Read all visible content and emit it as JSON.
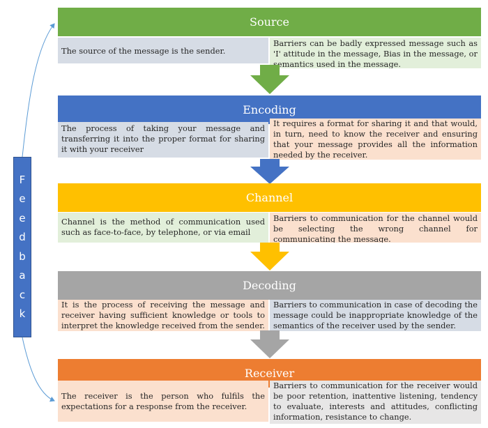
{
  "colors": {
    "source": "#70ad47",
    "encoding": "#4472c4",
    "channel": "#ffc000",
    "decoding": "#a5a5a5",
    "receiver": "#ed7d31",
    "feedback": "#4472c4",
    "feedback_line": "#5b9bd5",
    "cell_blue": "#d6dce5",
    "cell_green": "#e2efda",
    "cell_orange": "#fbe0ce"
  },
  "stages": [
    {
      "name": "Source",
      "description": "The source of the message is the sender.",
      "barriers": "Barriers can be badly expressed message such as 'I' attitude in the message, Bias in the message, or semantics used in the message."
    },
    {
      "name": "Encoding",
      "description": "The process of taking your message and transferring it into the proper format for sharing it with your receiver",
      "barriers": "It requires a format for sharing it and that would, in turn, need to know the receiver and ensuring that your message provides all the information needed by the receiver."
    },
    {
      "name": "Channel",
      "description": "Channel is the method of communication used such as face-to-face, by telephone, or via email",
      "barriers": "Barriers to communication for the channel would be selecting the wrong channel for communicating the message."
    },
    {
      "name": "Decoding",
      "description": "It is the process of receiving the message and receiver having sufficient knowledge or tools to interpret the knowledge received from the sender.",
      "barriers": "Barriers to communication in case of decoding the message could be inappropriate knowledge of the semantics of the receiver used by the sender."
    },
    {
      "name": "Receiver",
      "description": "The receiver is the person who fulfils the expectations for a response from the receiver.",
      "barriers": "Barriers to communication for the receiver would be poor retention, inattentive listening, tendency to evaluate, interests and attitudes, conflicting information, resistance to change."
    }
  ],
  "feedback": {
    "label": "Feedback",
    "letters": [
      "F",
      "e",
      "e",
      "d",
      "b",
      "a",
      "c",
      "k"
    ]
  }
}
